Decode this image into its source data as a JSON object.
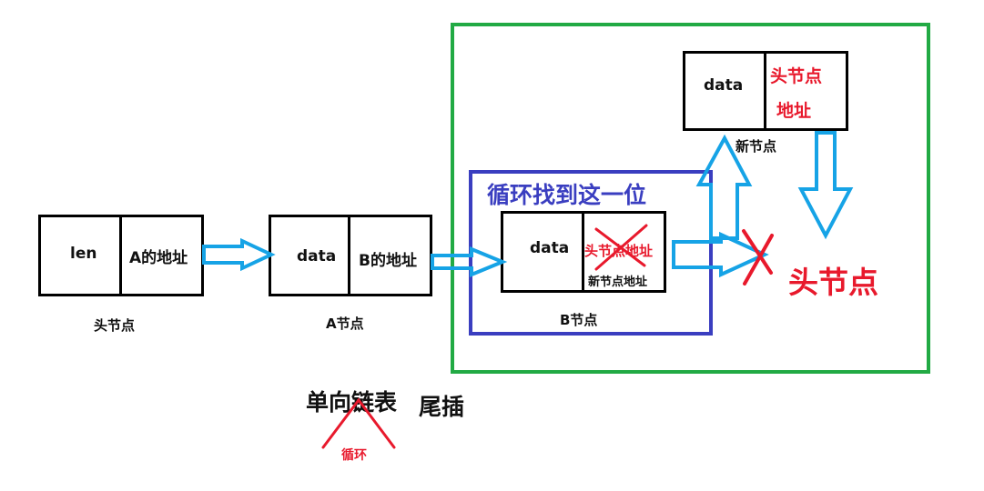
{
  "nodes": {
    "head": {
      "left_cell": "len",
      "right_cell": "A的地址",
      "caption": "头节点"
    },
    "a": {
      "left_cell": "data",
      "right_cell": "B的地址",
      "caption": "A节点"
    },
    "b": {
      "left_cell": "data",
      "right_cell_struck": "头节点地址",
      "right_cell_new": "新节点地址",
      "caption": "B节点"
    },
    "new_node": {
      "left_cell": "data",
      "right_cell_line1": "头节点",
      "right_cell_line2": "地址",
      "caption": "新节点"
    }
  },
  "annotations": {
    "loop_find_last": "循环找到这一位",
    "head_node_target": "头节点",
    "title_main": "单向链表",
    "title_sub": "尾插",
    "loop_mark": "循环"
  },
  "colors": {
    "arrow": "#16a3e6",
    "green_frame": "#22aa44",
    "blue_frame": "#3a3ec0",
    "red": "#e8192c"
  }
}
